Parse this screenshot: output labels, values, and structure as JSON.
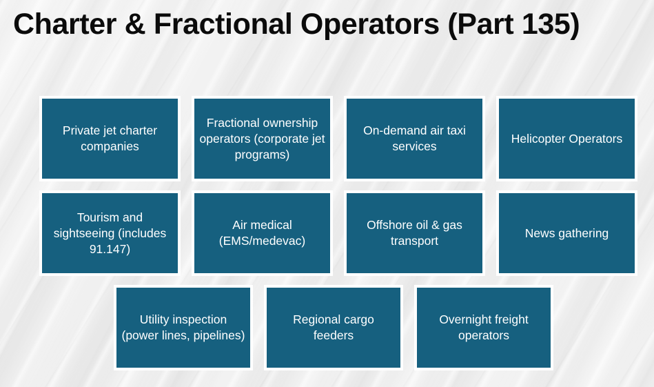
{
  "slide": {
    "title": "Charter & Fractional Operators (Part 135)",
    "background_color": "#ededed",
    "node_fill_color": "#16607f",
    "node_border_color": "#ffffff",
    "node_text_color": "#ffffff",
    "title_color": "#0b0b0b"
  },
  "rows": [
    {
      "index": 1,
      "nodes": [
        {
          "label": "Private jet charter companies"
        },
        {
          "label": "Fractional ownership operators (corporate jet programs)"
        },
        {
          "label": "On-demand air taxi services"
        },
        {
          "label": "Helicopter Operators"
        }
      ]
    },
    {
      "index": 2,
      "nodes": [
        {
          "label": "Tourism and sightseeing (includes 91.147)"
        },
        {
          "label": "Air medical (EMS/medevac)"
        },
        {
          "label": "Offshore oil & gas transport"
        },
        {
          "label": "News gathering"
        }
      ]
    },
    {
      "index": 3,
      "nodes": [
        {
          "label": "Utility inspection (power lines, pipelines)"
        },
        {
          "label": "Regional cargo feeders"
        },
        {
          "label": "Overnight freight operators"
        }
      ]
    }
  ]
}
